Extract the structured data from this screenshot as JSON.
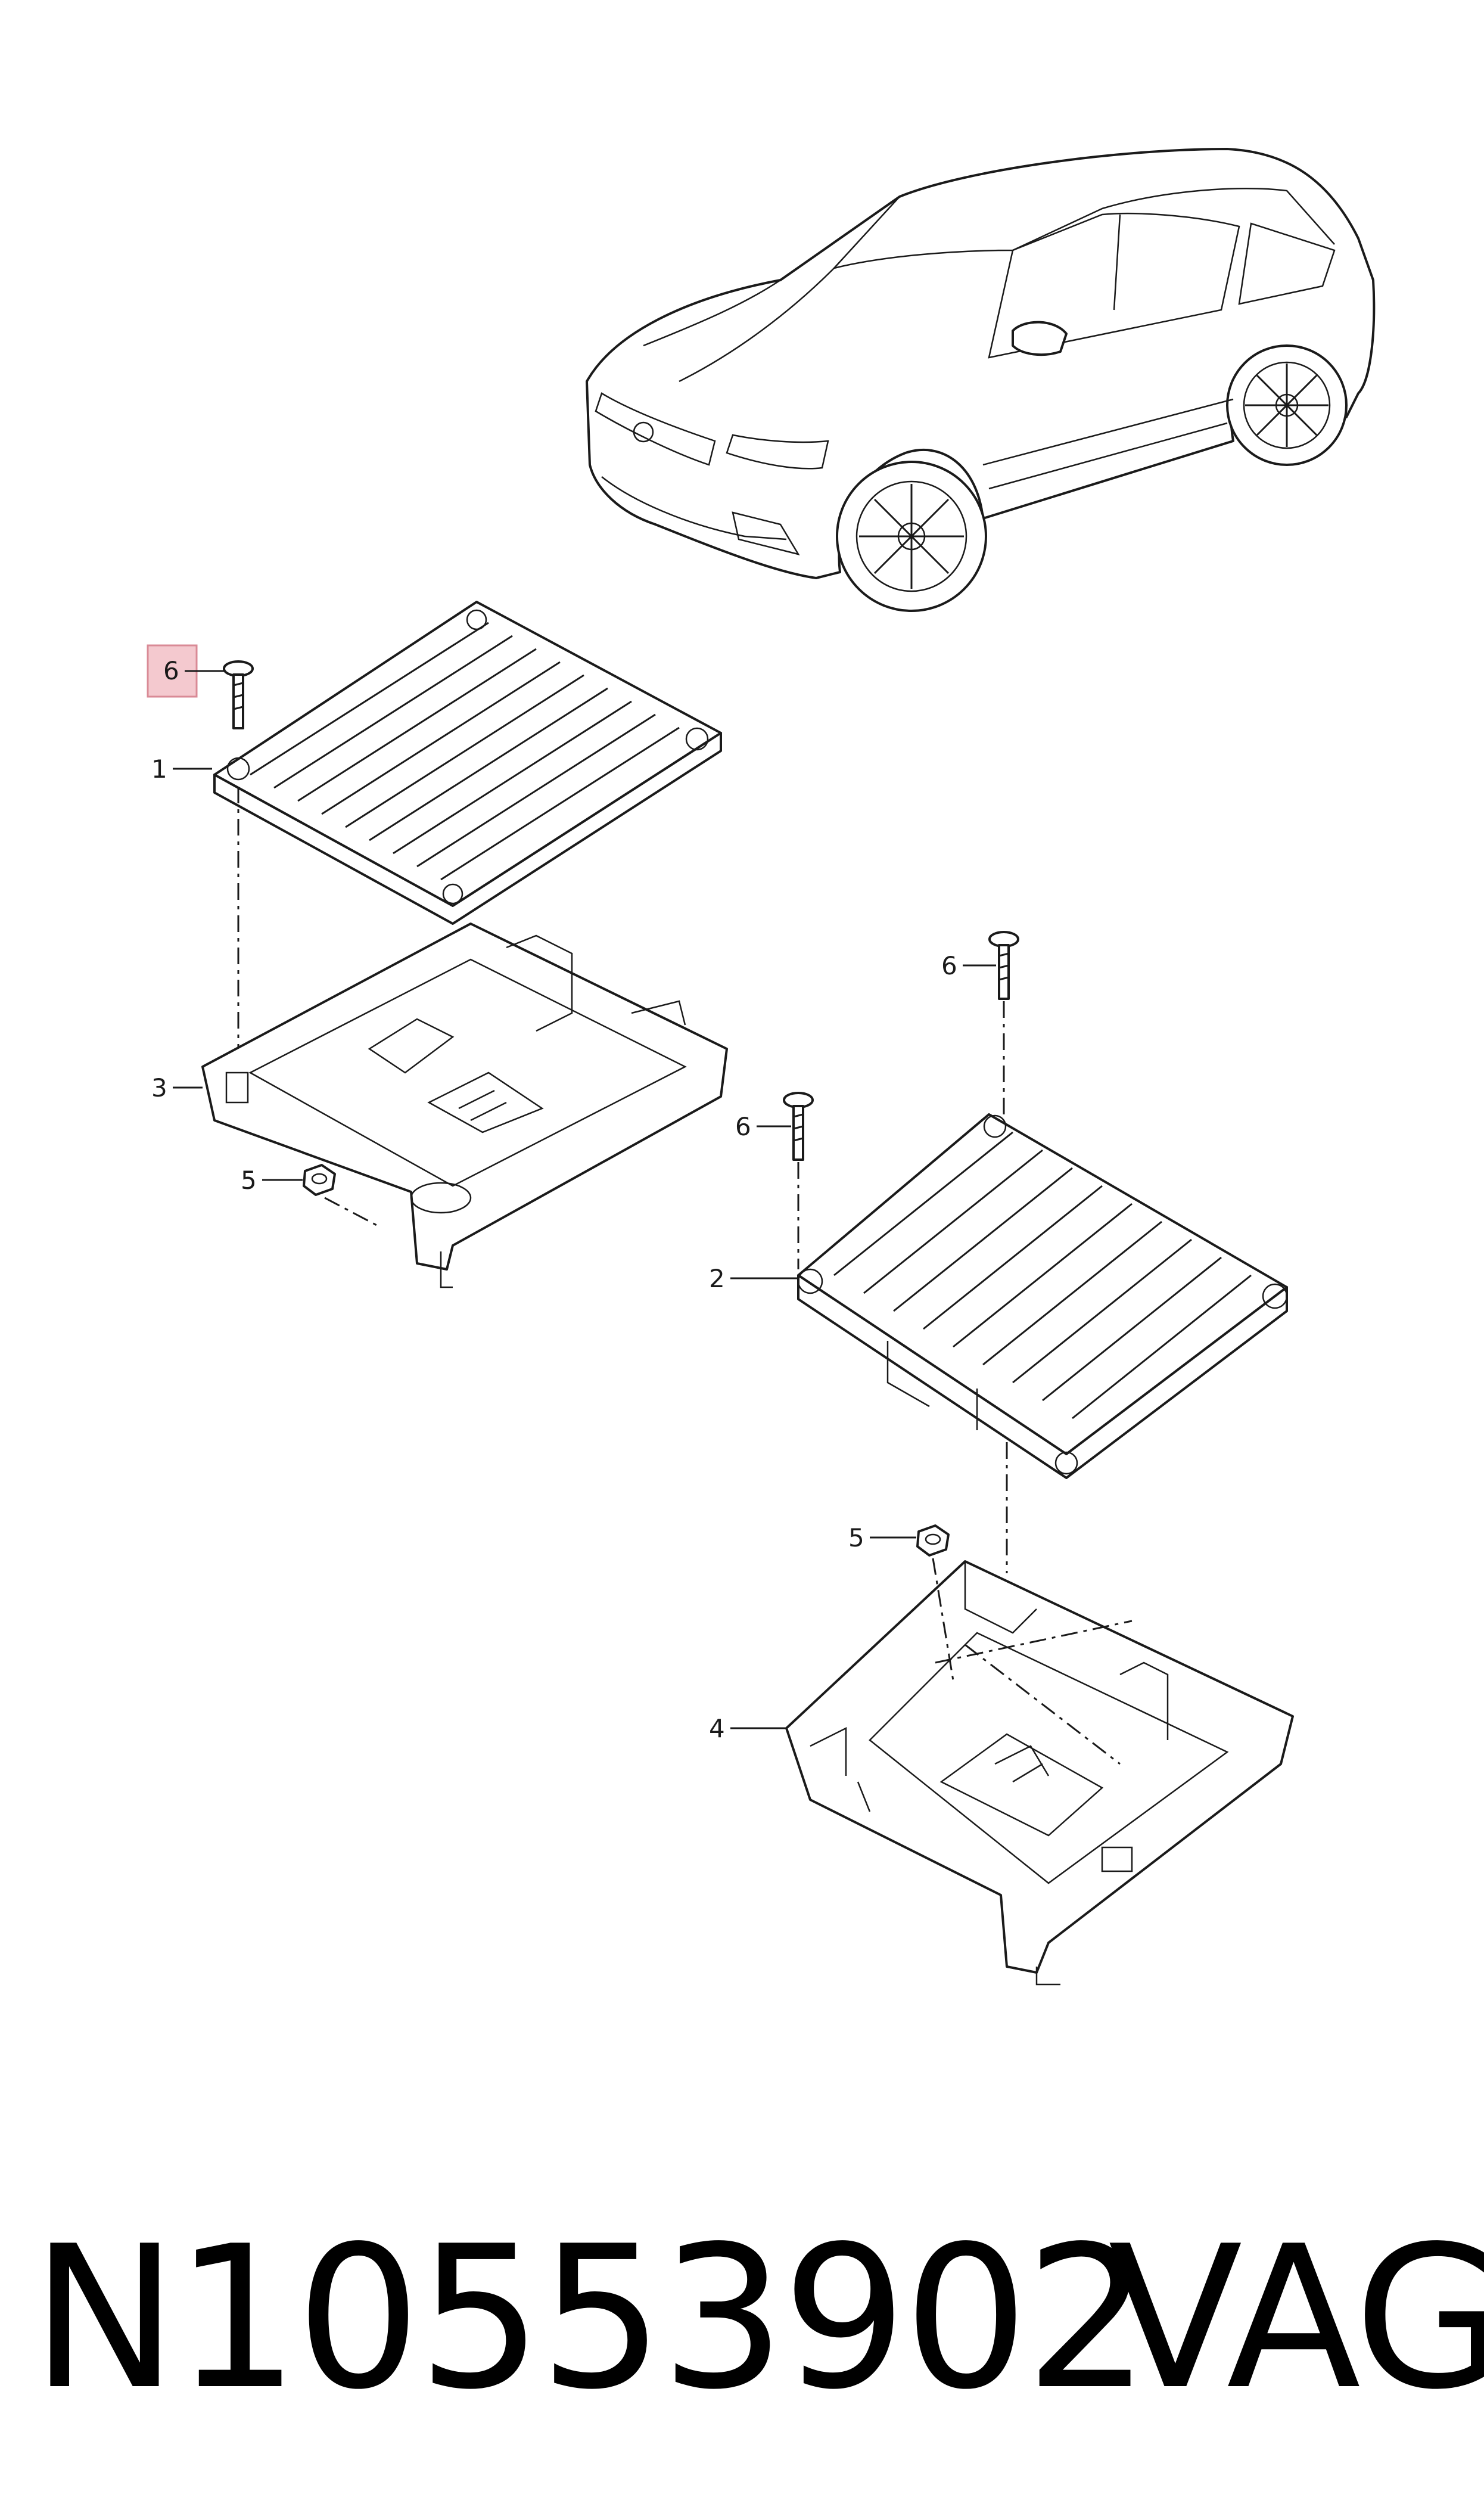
{
  "callouts": [
    {
      "id": "6",
      "label": "6",
      "highlight_color": "#f4c9cf",
      "highlighted": true
    },
    {
      "id": "1",
      "label": "1"
    },
    {
      "id": "3",
      "label": "3"
    },
    {
      "id": "5",
      "label": "5"
    },
    {
      "id": "6b",
      "label": "6"
    },
    {
      "id": "6c",
      "label": "6"
    },
    {
      "id": "2",
      "label": "2"
    },
    {
      "id": "5b",
      "label": "5"
    },
    {
      "id": "4",
      "label": "4"
    }
  ],
  "footer": {
    "part_number": "N10553902",
    "brand": "VAG"
  },
  "colors": {
    "line": "#1a1a1a",
    "highlight": "#f4c9cf",
    "highlight_border": "#d98a96"
  }
}
